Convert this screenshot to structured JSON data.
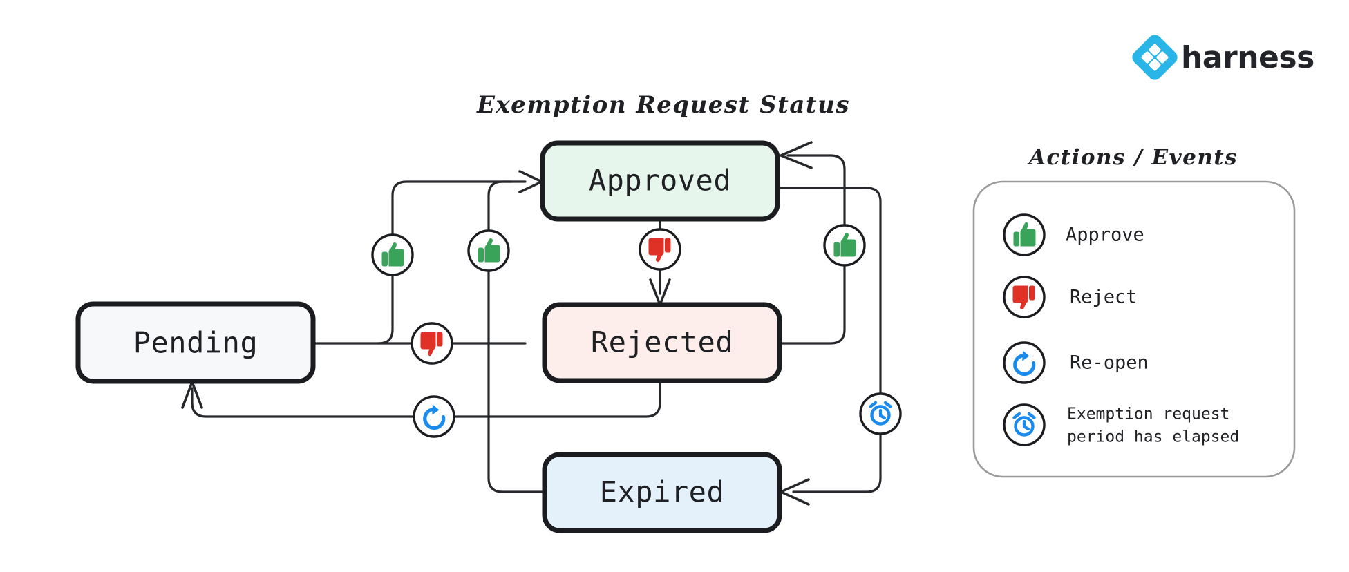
{
  "brand": {
    "name": "harness",
    "logo_icon": "harness-diamond-logo",
    "logo_color": "#29B5E8"
  },
  "diagram": {
    "title": "Exemption Request Status",
    "nodes": [
      {
        "id": "pending",
        "label": "Pending",
        "fill": "#f7f8fa",
        "stroke": "#1b1c1f"
      },
      {
        "id": "approved",
        "label": "Approved",
        "fill": "#e7f6ec",
        "stroke": "#1b1c1f"
      },
      {
        "id": "rejected",
        "label": "Rejected",
        "fill": "#fdeeec",
        "stroke": "#1b1c1f"
      },
      {
        "id": "expired",
        "label": "Expired",
        "fill": "#e4f1fb",
        "stroke": "#1b1c1f"
      }
    ],
    "transitions": [
      {
        "from": "pending",
        "to": "approved",
        "action": "approve",
        "icon": "thumbs-up-icon"
      },
      {
        "from": "pending",
        "to": "rejected",
        "action": "reject",
        "icon": "thumbs-down-icon"
      },
      {
        "from": "approved",
        "to": "rejected",
        "action": "reject",
        "icon": "thumbs-down-icon"
      },
      {
        "from": "rejected",
        "to": "approved",
        "action": "approve",
        "icon": "thumbs-up-icon"
      },
      {
        "from": "expired",
        "to": "approved",
        "action": "approve",
        "icon": "thumbs-up-icon"
      },
      {
        "from": "approved",
        "to": "expired",
        "action": "exemption-elapsed",
        "icon": "alarm-clock-icon"
      },
      {
        "from": "rejected",
        "to": "pending",
        "action": "re-open",
        "icon": "reopen-icon"
      }
    ]
  },
  "legend": {
    "title": "Actions / Events",
    "items": [
      {
        "icon": "thumbs-up-icon",
        "color": "#3aa35a",
        "label": "Approve",
        "label2": ""
      },
      {
        "icon": "thumbs-down-icon",
        "color": "#e03127",
        "label": "Reject",
        "label2": ""
      },
      {
        "icon": "reopen-icon",
        "color": "#1a8bed",
        "label": "Re-open",
        "label2": ""
      },
      {
        "icon": "alarm-clock-icon",
        "color": "#1a8bed",
        "label": "Exemption request",
        "label2": "period has elapsed"
      }
    ]
  }
}
